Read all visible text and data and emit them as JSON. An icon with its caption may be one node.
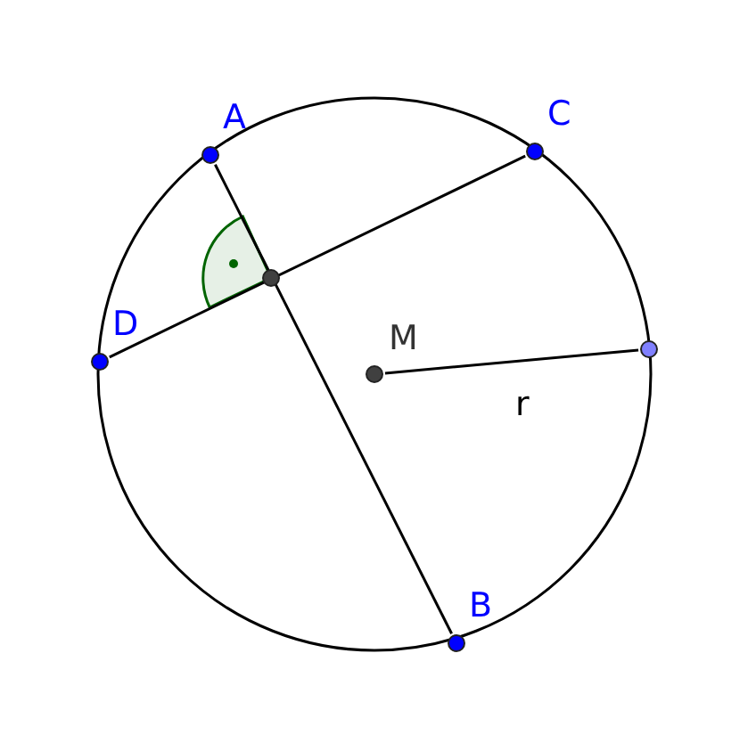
{
  "diagram": {
    "nodes": [
      {
        "text": [],
        "shape": "circle",
        "beside": [
          "A"
        ]
      },
      {
        "text": [],
        "shape": "circle",
        "beside": [
          "C"
        ]
      },
      {
        "text": [],
        "shape": "circle"
      },
      {
        "text": [],
        "shape": "circle",
        "beside": [
          "D"
        ]
      },
      {
        "text": [],
        "shape": "circle",
        "beside": [
          "M"
        ]
      },
      {
        "text": [],
        "shape": "circle"
      },
      {
        "text": [],
        "shape": "circle",
        "beside": [
          "B"
        ]
      }
    ],
    "edges": [
      {
        "from": 0,
        "to": 6,
        "arrow": "none"
      },
      {
        "from": 3,
        "to": 1,
        "arrow": "none"
      },
      {
        "from": 4,
        "to": 5,
        "arrow": "none",
        "label": "r"
      }
    ]
  }
}
